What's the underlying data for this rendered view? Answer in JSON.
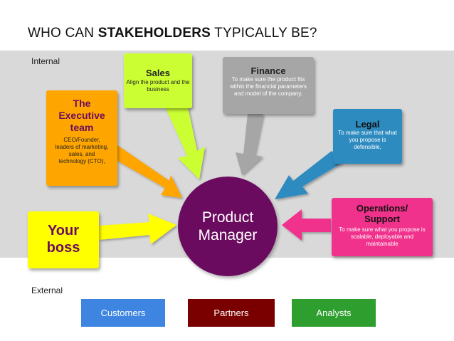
{
  "title": {
    "prefix": "WHO CAN ",
    "bold": "STAKEHOLDERS",
    "suffix": " TYPICALLY BE?"
  },
  "zones": {
    "internal": "Internal",
    "external": "External"
  },
  "center": {
    "line1": "Product",
    "line2": "Manager",
    "color": "#6b0b5f"
  },
  "stakeholders": {
    "sales": {
      "heading": "Sales",
      "description": "Align the product and the business",
      "color": "#ccff33"
    },
    "finance": {
      "heading": "Finance",
      "description": "To make sure the product fits within the financial parameters and model of the company,",
      "color": "#a6a6a6"
    },
    "executive": {
      "heading": "The Executive team",
      "description": "CEO/Founder, leaders of marketing, sales, and technology (CTO),",
      "color": "#ffa500"
    },
    "legal": {
      "heading": "Legal",
      "description": "To make sure that what you propose is defensible,",
      "color": "#2e8bc0"
    },
    "operations": {
      "heading": "Operations/ Support",
      "description": "To make sure what you propose is scalable, deployable and maintainable",
      "color": "#f0328c"
    },
    "boss": {
      "heading": "Your boss",
      "color": "#ffff00"
    }
  },
  "external": [
    {
      "label": "Customers",
      "color": "#3d85e0"
    },
    {
      "label": "Partners",
      "color": "#7a0000"
    },
    {
      "label": "Analysts",
      "color": "#2e9e2e"
    }
  ]
}
